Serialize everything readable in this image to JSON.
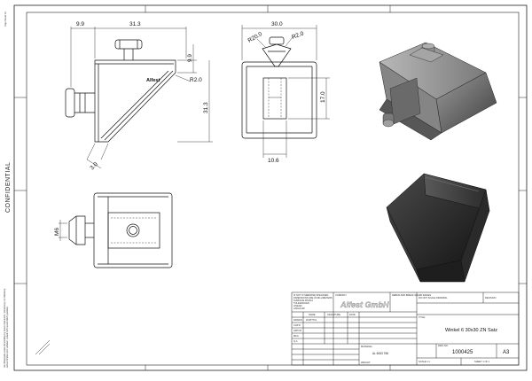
{
  "sheet": {
    "side_label": "CONFIDENTIAL",
    "page_ref": "Page Border A4",
    "legal_note_1": "Die Weitergabe sowie Vervielfältigung dieses Dokuments, Verwertung und Mitteilung",
    "legal_note_2": "seines Inhaltes sind verboten, soweit nicht ausdrücklich gestattet."
  },
  "front_view": {
    "dim_top_left": "9.9",
    "dim_top_width": "31.3",
    "dim_right_small": "9.9",
    "dim_height": "31.3",
    "dim_radius": "R2.0",
    "dim_thickness": "3.0",
    "embossed_label": "Alfest"
  },
  "side_view": {
    "dim_width": "30.0",
    "dim_radius_left": "R20.0",
    "dim_radius_right": "R2.0",
    "dim_height": "17.0",
    "dim_bottom": "10.6"
  },
  "top_view": {
    "dim_thread": "M6"
  },
  "title_block": {
    "company_logo": "Alfest GmbH",
    "tolerance_notes": [
      "IF NOT OTHERWISE SPECIFIED:",
      "DIMENSIONS ARE IN MILLIMETERS",
      "SURFACE FINISH:",
      "TOLERANCES:",
      "LINEAR:",
      "ANGULAR:"
    ],
    "header_labels": {
      "company": "COMPANY",
      "debur": "DEBUR AND BREAK SHARP EDGES",
      "do_not_scale": "DO NOT SCALE DRAWING",
      "revision": "REVISION"
    },
    "role_rows": [
      {
        "role": "DRAWN",
        "name": "W.WITTIG"
      },
      {
        "role": "CHK'D",
        "name": ""
      },
      {
        "role": "APPV'D",
        "name": ""
      },
      {
        "role": "MFG",
        "name": ""
      },
      {
        "role": "Q.A",
        "name": ""
      }
    ],
    "col_headers": [
      "NAME",
      "SIGNATURE",
      "DATE"
    ],
    "material_label": "MATERIAL:",
    "material": "AL 6063 T66",
    "weight_label": "WEIGHT:",
    "title_label": "TITLE:",
    "title": "Winkel 6 30x30 ZN Satz",
    "dwg_label": "DWG NO.",
    "dwg_no": "1000425",
    "size": "A3",
    "scale_label": "SCALE:1:1",
    "sheet_label": "SHEET 1 OF 1"
  }
}
